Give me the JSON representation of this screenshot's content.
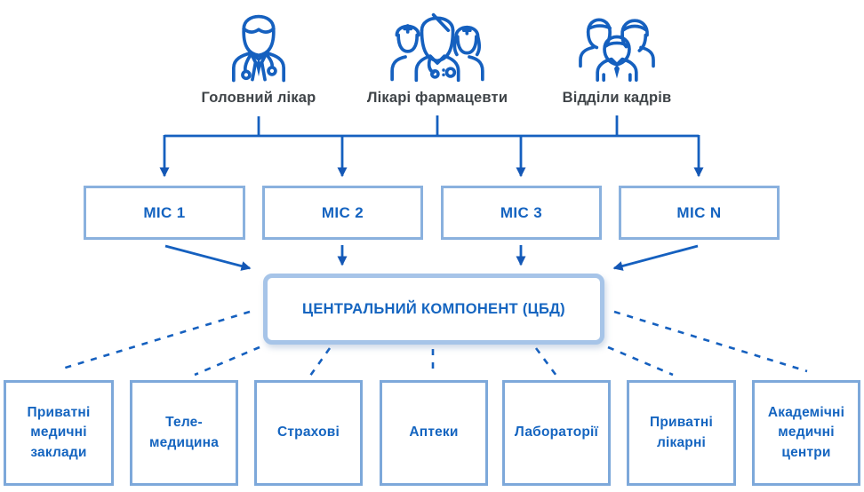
{
  "title": "Medical information system architecture diagram",
  "colors": {
    "background": "#ffffff",
    "line_blue": "#1560bf",
    "arrowhead_blue": "#1457b5",
    "box_text_blue": "#1463c0",
    "central_text_blue": "#1565c0",
    "mic_box_border": "#8ab1de",
    "consumer_box_border": "#7da8da",
    "central_box_border": "#a6c4e8",
    "actor_label_gray": "#3e4347"
  },
  "actors": [
    {
      "label": "Головний лікар",
      "icon": "chief-doctor-icon"
    },
    {
      "label": "Лікарі фармацевти",
      "icon": "doctors-pharmacists-icon"
    },
    {
      "label": "Відділи кадрів",
      "icon": "hr-departments-icon"
    }
  ],
  "mis": [
    {
      "label": "МІС 1"
    },
    {
      "label": "МІС 2"
    },
    {
      "label": "МІС 3"
    },
    {
      "label": "МІС N"
    }
  ],
  "central": {
    "label": "ЦЕНТРАЛЬНИЙ КОМПОНЕНТ (ЦБД)"
  },
  "consumers": [
    {
      "label": "Приватні\nмедичні\nзаклади"
    },
    {
      "label": "Теле-\nмедицина"
    },
    {
      "label": "Страхові"
    },
    {
      "label": "Аптеки"
    },
    {
      "label": "Лабораторії"
    },
    {
      "label": "Приватні\nлікарні"
    },
    {
      "label": "Академічні\nмедичні\nцентри"
    }
  ]
}
